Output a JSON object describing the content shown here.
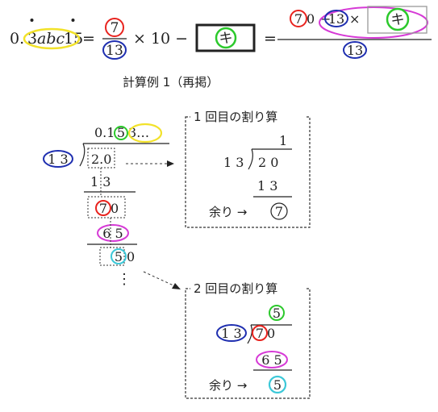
{
  "formula": {
    "lhs_prefix": "0.",
    "lhs_digit_3": "3",
    "lhs_abc": "abc",
    "lhs_15": "15",
    "equals": "=",
    "frac1_num": "7",
    "frac1_den": "13",
    "times_ten": "× 10 −",
    "box_label": "キ",
    "equals2": "=",
    "num_70_first": "7",
    "num_70_second": "0",
    "num_minus": "−",
    "num_13": "13",
    "num_times": "×",
    "num_box_label": "キ",
    "frac2_den": "13"
  },
  "caption": "計算例 1（再掲）",
  "long_division": {
    "quotient_prefix": "0.1",
    "quotient_circled": "5",
    "quotient_tail": "3…",
    "divisor": "1 3",
    "dividend": "2.0",
    "row1": "1 3",
    "row2_circled": "7",
    "row2_tail": "0",
    "row3": "6 5",
    "row4_circled": "5",
    "row4_tail": "0",
    "vdots": "⋮"
  },
  "box1": {
    "title": "1 回目の割り算",
    "quotient": "1",
    "divisor": "1 3",
    "dividend": "2 0",
    "subtract": "1 3",
    "remainder_label": "余り →",
    "remainder": "7"
  },
  "box2": {
    "title": "2 回目の割り算",
    "quotient": "5",
    "divisor": "1 3",
    "dividend_circled": "7",
    "dividend_tail": "0",
    "subtract": "6 5",
    "remainder_label": "余り →",
    "remainder": "5"
  },
  "colors": {
    "red": "#e8231e",
    "blue": "#1f2fb0",
    "green": "#2cc92c",
    "yellow": "#f2e22a",
    "magenta": "#d63ad6",
    "cyan": "#3cc8d8",
    "ink": "#222222"
  }
}
